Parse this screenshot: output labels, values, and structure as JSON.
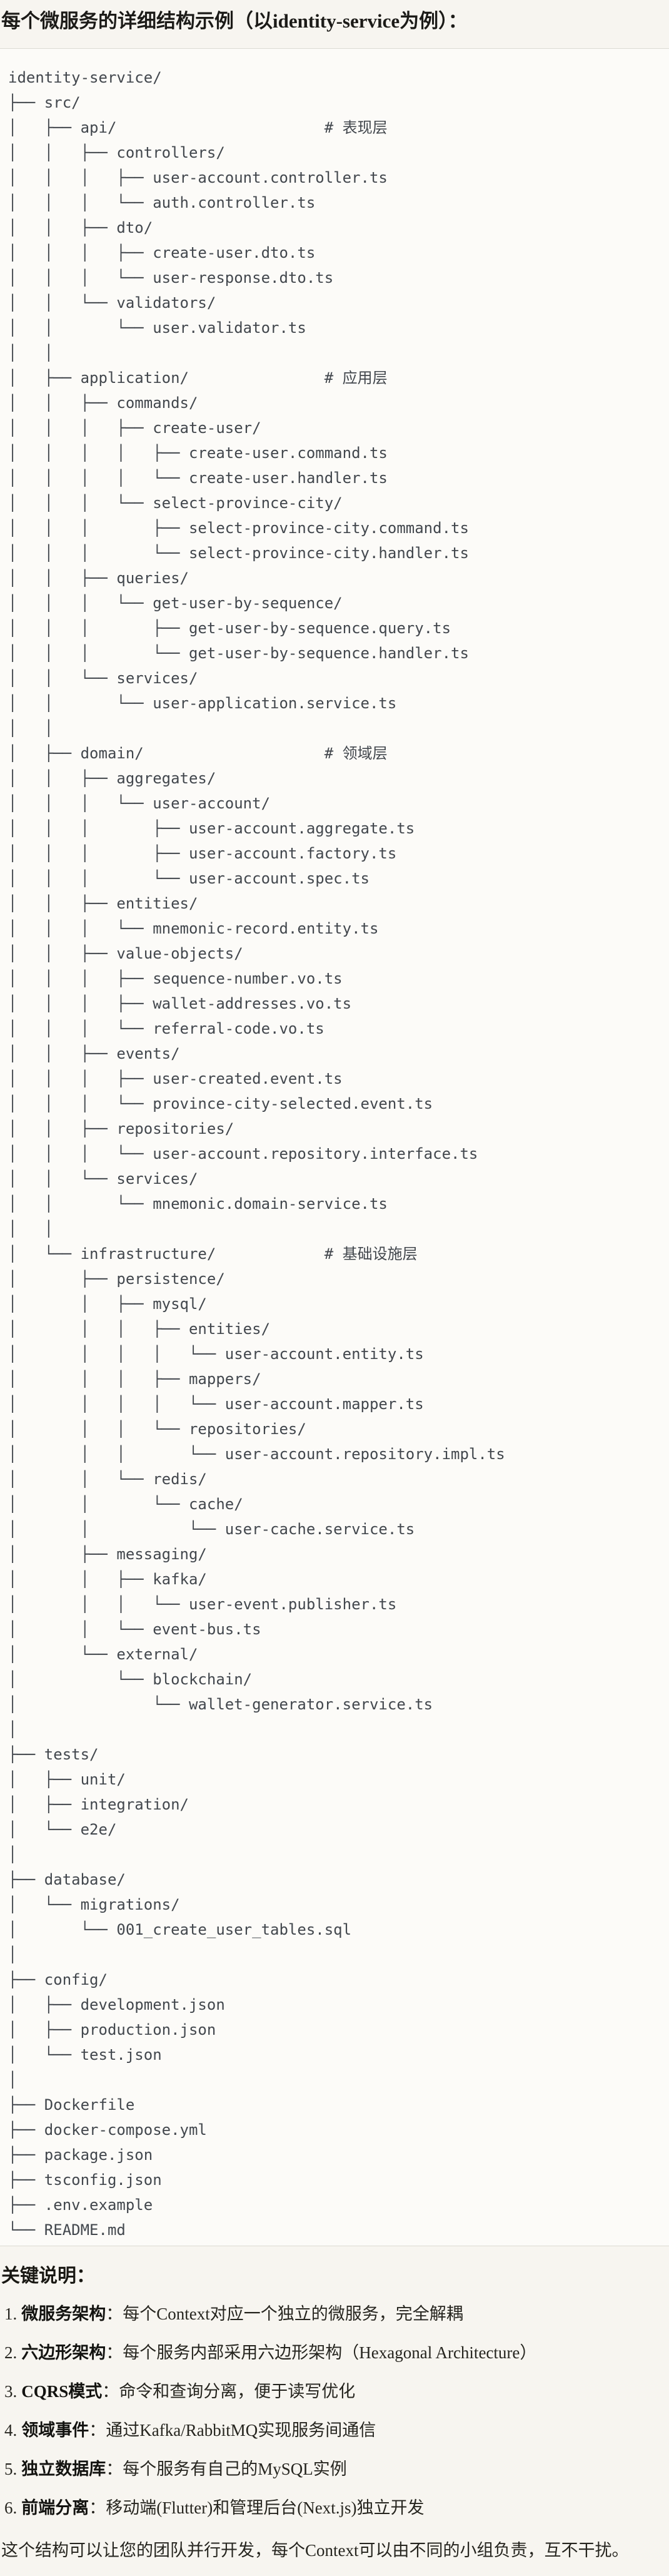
{
  "page": {
    "title": "每个微服务的详细结构示例（以identity-service为例）："
  },
  "code_block": {
    "language": "plaintext-tree",
    "tree": "identity-service/\n├── src/\n│   ├── api/                       # 表现层\n│   │   ├── controllers/\n│   │   │   ├── user-account.controller.ts\n│   │   │   └── auth.controller.ts\n│   │   ├── dto/\n│   │   │   ├── create-user.dto.ts\n│   │   │   └── user-response.dto.ts\n│   │   └── validators/\n│   │       └── user.validator.ts\n│   │\n│   ├── application/               # 应用层\n│   │   ├── commands/\n│   │   │   ├── create-user/\n│   │   │   │   ├── create-user.command.ts\n│   │   │   │   └── create-user.handler.ts\n│   │   │   └── select-province-city/\n│   │   │       ├── select-province-city.command.ts\n│   │   │       └── select-province-city.handler.ts\n│   │   ├── queries/\n│   │   │   └── get-user-by-sequence/\n│   │   │       ├── get-user-by-sequence.query.ts\n│   │   │       └── get-user-by-sequence.handler.ts\n│   │   └── services/\n│   │       └── user-application.service.ts\n│   │\n│   ├── domain/                    # 领域层\n│   │   ├── aggregates/\n│   │   │   └── user-account/\n│   │   │       ├── user-account.aggregate.ts\n│   │   │       ├── user-account.factory.ts\n│   │   │       └── user-account.spec.ts\n│   │   ├── entities/\n│   │   │   └── mnemonic-record.entity.ts\n│   │   ├── value-objects/\n│   │   │   ├── sequence-number.vo.ts\n│   │   │   ├── wallet-addresses.vo.ts\n│   │   │   └── referral-code.vo.ts\n│   │   ├── events/\n│   │   │   ├── user-created.event.ts\n│   │   │   └── province-city-selected.event.ts\n│   │   ├── repositories/\n│   │   │   └── user-account.repository.interface.ts\n│   │   └── services/\n│   │       └── mnemonic.domain-service.ts\n│   │\n│   └── infrastructure/            # 基础设施层\n│       ├── persistence/\n│       │   ├── mysql/\n│       │   │   ├── entities/\n│       │   │   │   └── user-account.entity.ts\n│       │   │   ├── mappers/\n│       │   │   │   └── user-account.mapper.ts\n│       │   │   └── repositories/\n│       │   │       └── user-account.repository.impl.ts\n│       │   └── redis/\n│       │       └── cache/\n│       │           └── user-cache.service.ts\n│       ├── messaging/\n│       │   ├── kafka/\n│       │   │   └── user-event.publisher.ts\n│       │   └── event-bus.ts\n│       └── external/\n│           └── blockchain/\n│               └── wallet-generator.service.ts\n│\n├── tests/\n│   ├── unit/\n│   ├── integration/\n│   └── e2e/\n│\n├── database/\n│   └── migrations/\n│       └── 001_create_user_tables.sql\n│\n├── config/\n│   ├── development.json\n│   ├── production.json\n│   └── test.json\n│\n├── Dockerfile\n├── docker-compose.yml\n├── package.json\n├── tsconfig.json\n├── .env.example\n└── README.md"
  },
  "notes": {
    "heading": "关键说明：",
    "items": [
      {
        "num": "1.",
        "label": "微服务架构",
        "colon": "：",
        "text": "每个Context对应一个独立的微服务，完全解耦"
      },
      {
        "num": "2.",
        "label": "六边形架构",
        "colon": "：",
        "text": "每个服务内部采用六边形架构（Hexagonal Architecture）"
      },
      {
        "num": "3.",
        "label": "CQRS模式",
        "colon": "：",
        "text": "命令和查询分离，便于读写优化"
      },
      {
        "num": "4.",
        "label": "领域事件",
        "colon": "：",
        "text": "通过Kafka/RabbitMQ实现服务间通信"
      },
      {
        "num": "5.",
        "label": "独立数据库",
        "colon": "：",
        "text": "每个服务有自己的MySQL实例"
      },
      {
        "num": "6.",
        "label": "前端分离",
        "colon": "：",
        "text": "移动端(Flutter)和管理后台(Next.js)独立开发"
      }
    ],
    "footer": "这个结构可以让您的团队并行开发，每个Context可以由不同的小组负责，互不干扰。"
  }
}
